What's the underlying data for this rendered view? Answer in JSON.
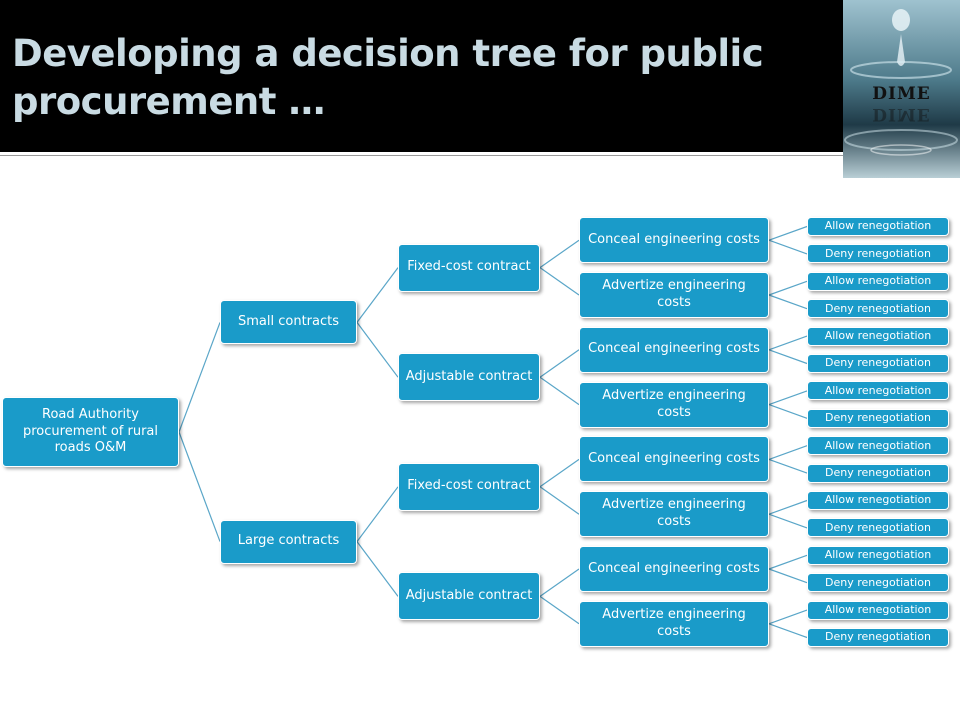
{
  "slide": {
    "title": "Developing a decision tree for public procurement …",
    "logo_text": "DIME"
  },
  "tree": {
    "label": "Road Authority procurement of  rural roads O&M",
    "children": [
      {
        "label": "Small contracts",
        "children": [
          {
            "label": "Fixed-cost contract",
            "children": [
              {
                "label": "Conceal engineering costs",
                "children": [
                  {
                    "label": "Allow renegotiation"
                  },
                  {
                    "label": "Deny renegotiation"
                  }
                ]
              },
              {
                "label": "Advertize engineering costs",
                "children": [
                  {
                    "label": "Allow renegotiation"
                  },
                  {
                    "label": "Deny renegotiation"
                  }
                ]
              }
            ]
          },
          {
            "label": "Adjustable contract",
            "children": [
              {
                "label": "Conceal engineering costs",
                "children": [
                  {
                    "label": "Allow renegotiation"
                  },
                  {
                    "label": "Deny renegotiation"
                  }
                ]
              },
              {
                "label": "Advertize engineering costs",
                "children": [
                  {
                    "label": "Allow renegotiation"
                  },
                  {
                    "label": "Deny renegotiation"
                  }
                ]
              }
            ]
          }
        ]
      },
      {
        "label": "Large contracts",
        "children": [
          {
            "label": "Fixed-cost contract",
            "children": [
              {
                "label": "Conceal engineering costs",
                "children": [
                  {
                    "label": "Allow renegotiation"
                  },
                  {
                    "label": "Deny renegotiation"
                  }
                ]
              },
              {
                "label": "Advertize engineering costs",
                "children": [
                  {
                    "label": "Allow renegotiation"
                  },
                  {
                    "label": "Deny renegotiation"
                  }
                ]
              }
            ]
          },
          {
            "label": "Adjustable contract",
            "children": [
              {
                "label": "Conceal engineering costs",
                "children": [
                  {
                    "label": "Allow renegotiation"
                  },
                  {
                    "label": "Deny renegotiation"
                  }
                ]
              },
              {
                "label": "Advertize engineering costs",
                "children": [
                  {
                    "label": "Allow renegotiation"
                  },
                  {
                    "label": "Deny renegotiation"
                  }
                ]
              }
            ]
          }
        ]
      }
    ]
  },
  "colors": {
    "node_fill": "#1a9bc9",
    "connector": "#5aa6c8",
    "title_text": "#c9dbe3",
    "header_bg": "#000000"
  }
}
